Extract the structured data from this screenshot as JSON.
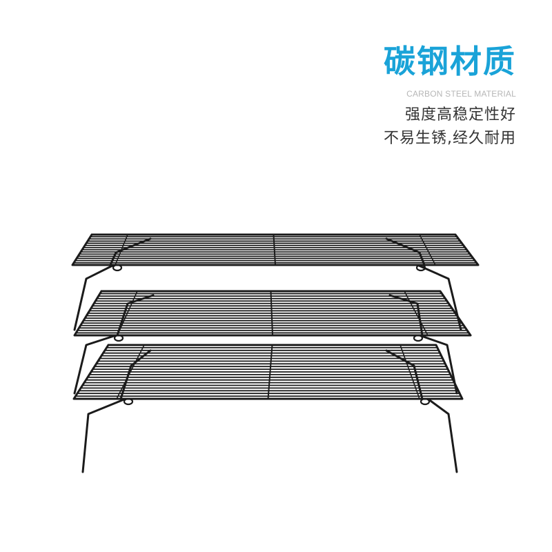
{
  "header": {
    "title": "碳钢材质",
    "subtitle": "CARBON STEEL MATERIAL",
    "lines": [
      "强度高稳定性好",
      "不易生锈,经久耐用"
    ],
    "accent_color": "#1aa3d8"
  },
  "product": {
    "icon": "three-tier-cooling-rack",
    "color": "#1b1b1b"
  }
}
